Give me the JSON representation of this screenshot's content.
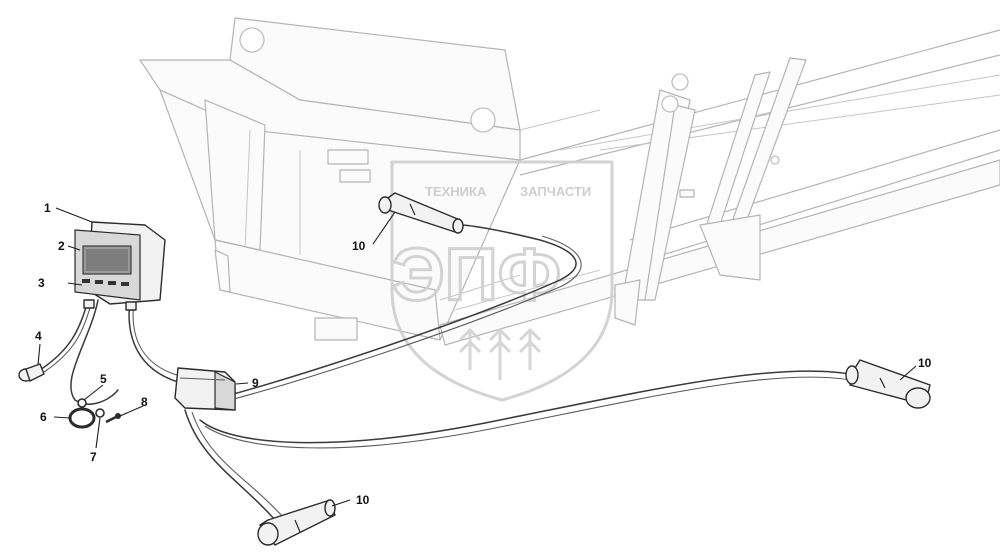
{
  "watermark": {
    "text_left": "ТЕХНИКА",
    "text_right": "ЗАПЧАСТИ",
    "logo_letters": "ЭПФ"
  },
  "callouts": {
    "c1": "1",
    "c2": "2",
    "c3": "3",
    "c4": "4",
    "c5": "5",
    "c6": "6",
    "c7": "7",
    "c8": "8",
    "c9": "9",
    "c10a": "10",
    "c10b": "10",
    "c10c": "10"
  }
}
